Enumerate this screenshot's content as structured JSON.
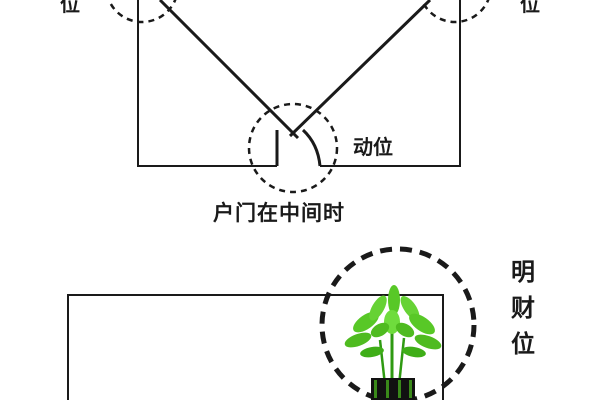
{
  "top_diagram": {
    "corner_left_label": "位",
    "corner_right_label": "位",
    "moving_label": "动位",
    "caption": "户门在中间时"
  },
  "bottom_diagram": {
    "wealth_label": "明财位",
    "plant_icon": "potted-plant-icon"
  },
  "colors": {
    "line": "#1a1a1a",
    "leaf": "#58c827",
    "leaf_dark": "#2f9a12",
    "pot": "#111111"
  }
}
